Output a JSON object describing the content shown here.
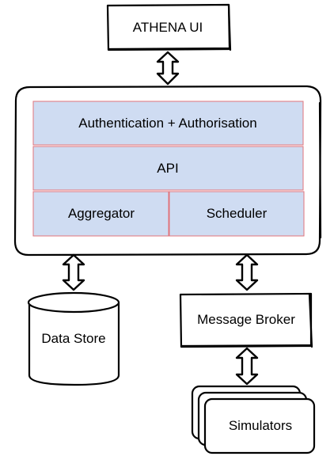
{
  "nodes": {
    "athena_ui": "ATHENA UI",
    "auth_layer": "Authentication + Authorisation",
    "api_layer": "API",
    "aggregator": "Aggregator",
    "scheduler": "Scheduler",
    "data_store": "Data Store",
    "message_broker": "Message Broker",
    "simulators": "Simulators"
  },
  "colors": {
    "layer_fill": "#cfdcf2",
    "layer_border": "#e0737b",
    "line": "#000000",
    "background": "#ffffff"
  }
}
